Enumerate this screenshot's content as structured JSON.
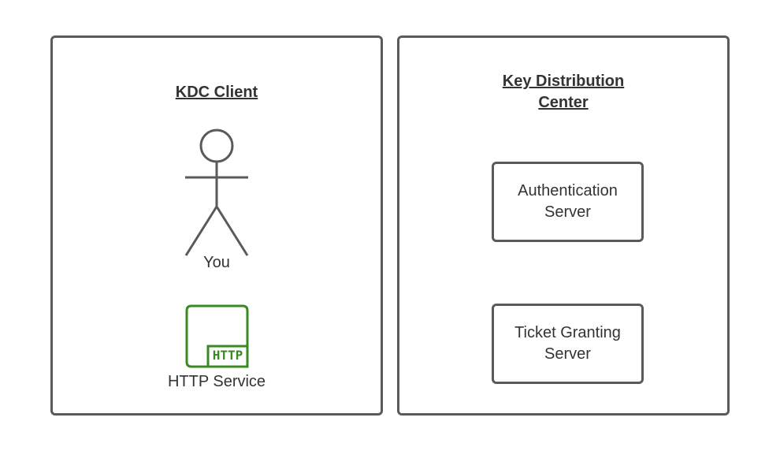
{
  "client": {
    "title": "KDC Client",
    "user_label": "You",
    "service_label": "HTTP Service",
    "service_icon_text": "HTTP"
  },
  "kdc": {
    "title_line1": "Key Distribution",
    "title_line2": "Center",
    "auth_server": {
      "line1": "Authentication",
      "line2": "Server"
    },
    "tgs": {
      "line1": "Ticket Granting",
      "line2": "Server"
    }
  },
  "colors": {
    "border": "#5a5a5a",
    "http_icon": "#3a8a22"
  }
}
